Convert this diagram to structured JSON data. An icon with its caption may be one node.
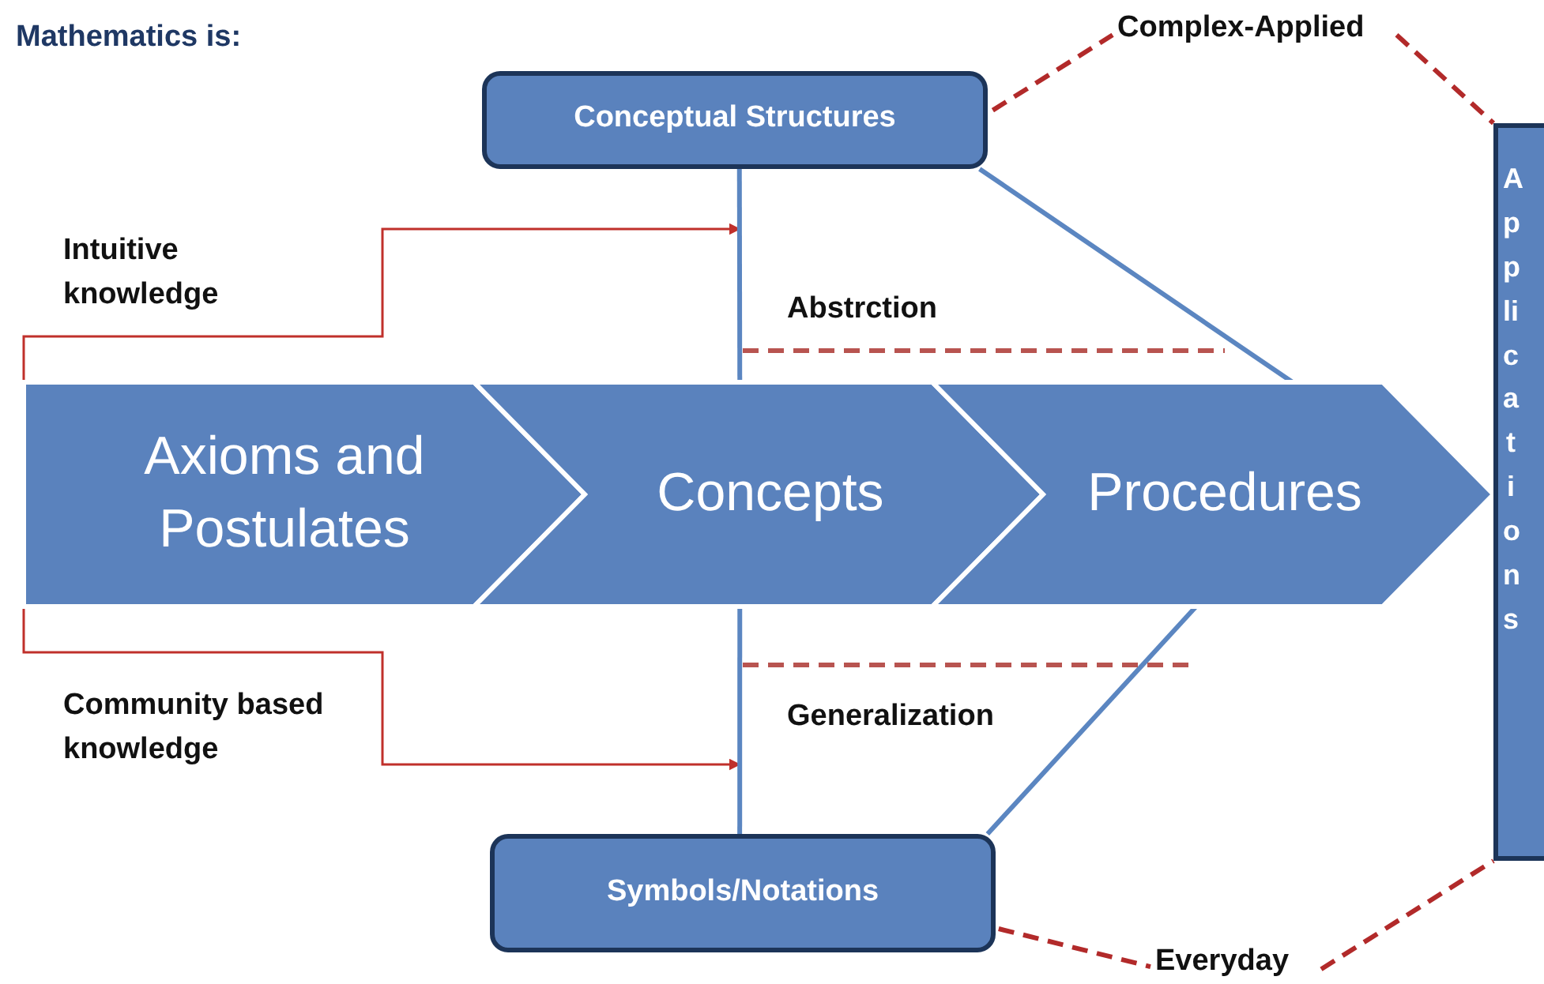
{
  "diagram": {
    "nodes": [
      {
        "text": [
          "Conceptual Structures"
        ]
      },
      {
        "text": [
          "Axioms and Postulates"
        ]
      },
      {
        "text": [
          "Concepts"
        ]
      },
      {
        "text": [
          "Procedures"
        ]
      },
      {
        "text": [
          "Symbols/Notations"
        ]
      },
      {
        "text": [
          "Applications"
        ]
      },
      {
        "text": [
          "Complex-Applied"
        ]
      },
      {
        "text": [
          "Everyday"
        ]
      }
    ],
    "edges": [
      {
        "from": 1,
        "to": null,
        "arrow": "to",
        "color": "#c0302b"
      },
      {
        "from": 1,
        "to": null,
        "arrow": "to",
        "color": "#c0302b"
      },
      {
        "from": 0,
        "to": 2,
        "arrow": "none",
        "color": "#5b86c1"
      },
      {
        "from": 2,
        "to": 4,
        "arrow": "none",
        "color": "#5b86c1"
      },
      {
        "from": 0,
        "to": 3,
        "arrow": "none",
        "color": "#5b86c1"
      },
      {
        "from": 3,
        "to": 4,
        "arrow": "none",
        "color": "#5b86c1"
      },
      {
        "from": 0,
        "to": 6,
        "arrow": "none",
        "style": "dashed",
        "color": "#b22a2a"
      },
      {
        "from": 6,
        "to": 5,
        "arrow": "none",
        "style": "dashed",
        "color": "#b22a2a"
      },
      {
        "from": 4,
        "to": 7,
        "arrow": "none",
        "style": "dashed",
        "color": "#b22a2a"
      },
      {
        "from": 7,
        "to": 5,
        "arrow": "none",
        "style": "dashed",
        "color": "#b22a2a"
      }
    ],
    "labels": [
      "Mathematics is:",
      "Intuitive knowledge",
      "Abstrction",
      "Community based knowledge",
      "Generalization"
    ]
  }
}
